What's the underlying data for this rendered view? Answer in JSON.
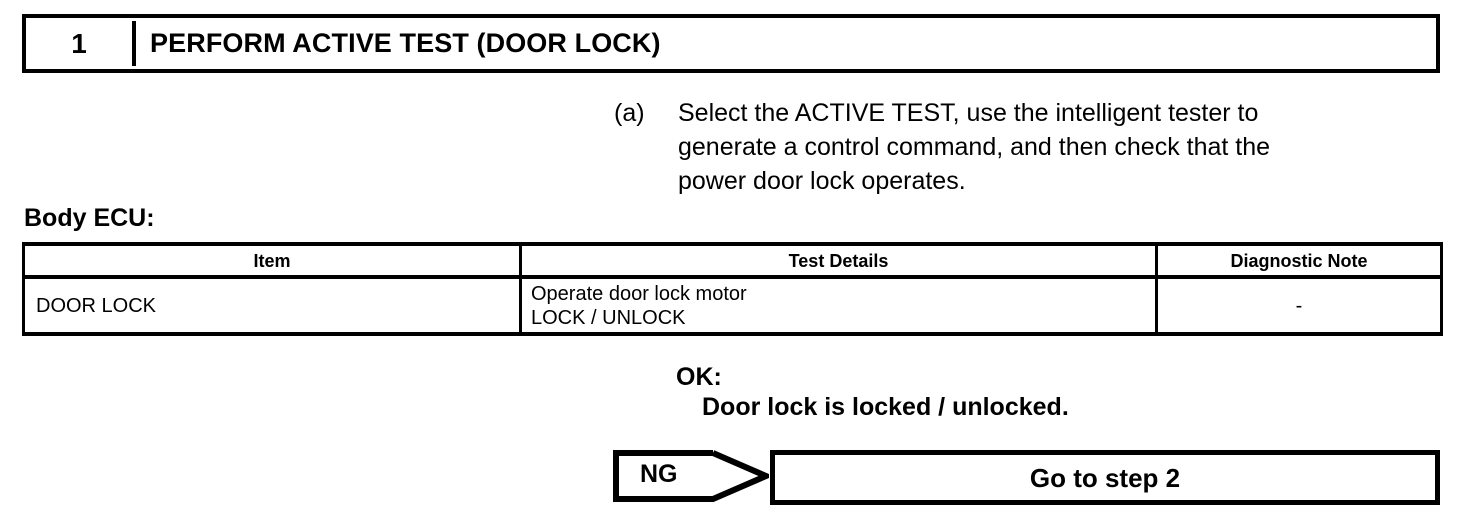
{
  "step_header": {
    "number": "1",
    "title": "PERFORM ACTIVE TEST (DOOR LOCK)"
  },
  "instruction": {
    "marker": "(a)",
    "lines": [
      "Select the ACTIVE TEST, use the intelligent tester to",
      "generate a control command, and then check that the",
      "power door lock operates."
    ]
  },
  "section_label": "Body ECU:",
  "table": {
    "headers": [
      "Item",
      "Test Details",
      "Diagnostic Note"
    ],
    "rows": [
      {
        "item": "DOOR LOCK",
        "test_details": [
          "Operate door lock motor",
          "LOCK / UNLOCK"
        ],
        "diagnostic_note": "-"
      }
    ]
  },
  "result_ok": {
    "label": "OK:",
    "text": "Door lock is locked / unlocked."
  },
  "result_ng": {
    "label": "NG",
    "action": "Go to step 2"
  },
  "colors": {
    "ink": "#000000",
    "paper": "#ffffff"
  }
}
